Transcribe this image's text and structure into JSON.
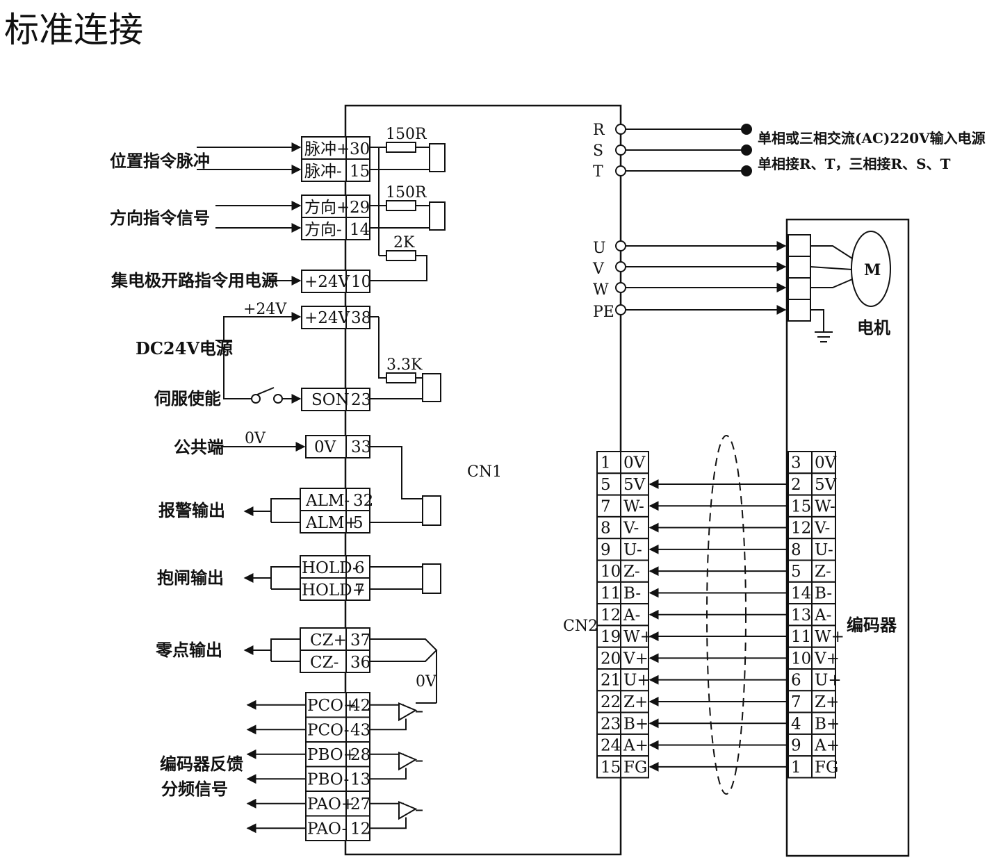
{
  "title": "标准连接",
  "driver_label_cn1": "CN1",
  "driver_label_cn2": "CN2",
  "left_signals": [
    {
      "label": "位置指令脉冲",
      "pins": [
        {
          "name": "脉冲+",
          "num": "30"
        },
        {
          "name": "脉冲-",
          "num": "15"
        }
      ],
      "resistor": "150R"
    },
    {
      "label": "方向指令信号",
      "pins": [
        {
          "name": "方向+",
          "num": "29"
        },
        {
          "name": "方向-",
          "num": "14"
        }
      ],
      "resistor": "150R"
    },
    {
      "label": "集电极开路指令用电源",
      "pins": [
        {
          "name": "+24V",
          "num": "10"
        }
      ],
      "resistor": "2K"
    },
    {
      "label": "DC24V电源",
      "supply": "+24V",
      "pins": [
        {
          "name": "+24V",
          "num": "38"
        }
      ],
      "resistor": "3.3K"
    },
    {
      "label": "伺服使能",
      "pins": [
        {
          "name": "SON",
          "num": "23"
        }
      ]
    },
    {
      "label": "公共端",
      "supply": "0V",
      "pins": [
        {
          "name": "0V",
          "num": "33"
        }
      ]
    },
    {
      "label": "报警输出",
      "pins": [
        {
          "name": "ALM-",
          "num": "32"
        },
        {
          "name": "ALM+",
          "num": "5"
        }
      ]
    },
    {
      "label": "抱闸输出",
      "pins": [
        {
          "name": "HOLD-",
          "num": "6"
        },
        {
          "name": "HOLD+",
          "num": "7"
        }
      ]
    },
    {
      "label": "零点输出",
      "pins": [
        {
          "name": "CZ+",
          "num": "37"
        },
        {
          "name": "CZ-",
          "num": "36"
        }
      ],
      "ground": "0V"
    },
    {
      "label": "编码器反馈",
      "label2": "分频信号",
      "pins": [
        {
          "name": "PCO+",
          "num": "42"
        },
        {
          "name": "PCO-",
          "num": "43"
        },
        {
          "name": "PBO+",
          "num": "28"
        },
        {
          "name": "PBO-",
          "num": "13"
        },
        {
          "name": "PAO+",
          "num": "27"
        },
        {
          "name": "PAO-",
          "num": "12"
        }
      ]
    }
  ],
  "power_terminals": [
    "R",
    "S",
    "T"
  ],
  "power_note_1": "单相或三相交流(AC)220V输入电源",
  "power_note_2": "单相接R、T，三相接R、S、T",
  "motor_terminals": [
    "U",
    "V",
    "W",
    "PE"
  ],
  "motor_symbol": "M",
  "motor_label": "电机",
  "encoder_label": "编码器",
  "cn2_rows": [
    {
      "d_num": "1",
      "d_sig": "0V",
      "e_num": "3",
      "e_sig": "0V"
    },
    {
      "d_num": "5",
      "d_sig": "5V",
      "e_num": "2",
      "e_sig": "5V"
    },
    {
      "d_num": "7",
      "d_sig": "W-",
      "e_num": "15",
      "e_sig": "W-"
    },
    {
      "d_num": "8",
      "d_sig": "V-",
      "e_num": "12",
      "e_sig": "V-"
    },
    {
      "d_num": "9",
      "d_sig": "U-",
      "e_num": "8",
      "e_sig": "U-"
    },
    {
      "d_num": "10",
      "d_sig": "Z-",
      "e_num": "5",
      "e_sig": "Z-"
    },
    {
      "d_num": "11",
      "d_sig": "B-",
      "e_num": "14",
      "e_sig": "B-"
    },
    {
      "d_num": "12",
      "d_sig": "A-",
      "e_num": "13",
      "e_sig": "A-"
    },
    {
      "d_num": "19",
      "d_sig": "W+",
      "e_num": "11",
      "e_sig": "W+"
    },
    {
      "d_num": "20",
      "d_sig": "V+",
      "e_num": "10",
      "e_sig": "V+"
    },
    {
      "d_num": "21",
      "d_sig": "U+",
      "e_num": "6",
      "e_sig": "U+"
    },
    {
      "d_num": "22",
      "d_sig": "Z+",
      "e_num": "7",
      "e_sig": "Z+"
    },
    {
      "d_num": "23",
      "d_sig": "B+",
      "e_num": "4",
      "e_sig": "B+"
    },
    {
      "d_num": "24",
      "d_sig": "A+",
      "e_num": "9",
      "e_sig": "A+"
    },
    {
      "d_num": "15",
      "d_sig": "FG",
      "e_num": "1",
      "e_sig": "FG"
    }
  ]
}
